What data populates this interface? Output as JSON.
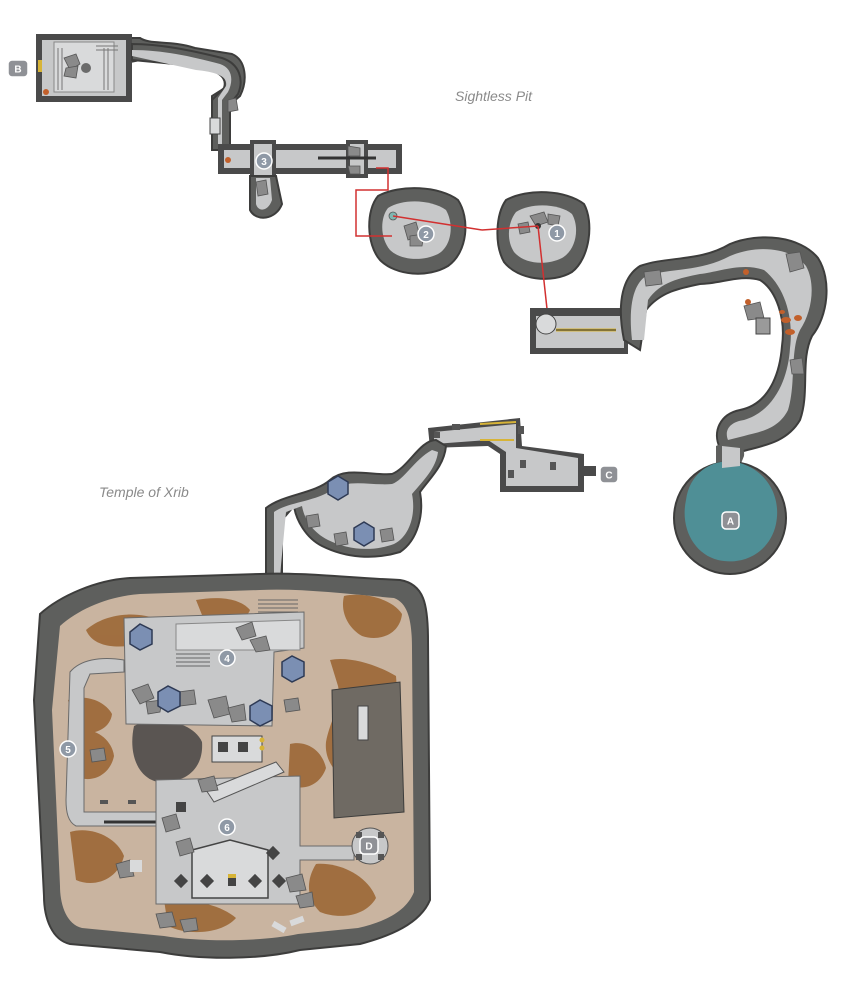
{
  "labels": {
    "sightless_pit": "Sightless Pit",
    "temple_of_xrib": "Temple of Xrib"
  },
  "markers": {
    "num_1": "1",
    "num_2": "2",
    "num_3": "3",
    "num_4": "4",
    "num_5": "5",
    "num_6": "6",
    "letter_a": "A",
    "letter_b": "B",
    "letter_c": "C",
    "letter_d": "D"
  },
  "colors": {
    "rock_dark": "#5e5f5d",
    "rock_outline": "#3d3d3c",
    "floor": "#c7c8c9",
    "floor_light": "#d9dadb",
    "wall": "#4a4a4a",
    "dirt": "#9e6b3b",
    "dirt_light": "#c9b4a0",
    "water": "#4f8f96",
    "path_red": "#d23030",
    "marker_fill": "#8f99a6",
    "letter_fill": "#8f9196",
    "pillar_blue": "#7b8fb3",
    "accent_yellow": "#d7b437",
    "accent_orange": "#c2602b"
  }
}
